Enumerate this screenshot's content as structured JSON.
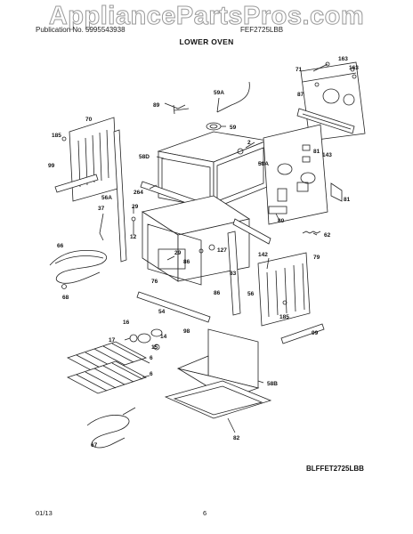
{
  "watermark": "AppliancePartsPros.com",
  "header": {
    "left_text": "Publication No. 5995543938",
    "right_text": "FEF2725LBB",
    "section_title": "LOWER OVEN"
  },
  "callouts": [
    "163",
    "163",
    "71",
    "87",
    "59A",
    "89",
    "70",
    "59",
    "2",
    "185",
    "58D",
    "58A",
    "81",
    "143",
    "99",
    "264",
    "56A",
    "37",
    "29",
    "12",
    "81",
    "80",
    "62",
    "66",
    "29",
    "127",
    "142",
    "79",
    "86",
    "76",
    "86",
    "83",
    "68",
    "56",
    "185",
    "54",
    "16",
    "14",
    "98",
    "99",
    "17",
    "15",
    "6",
    "6",
    "58B",
    "67",
    "82"
  ],
  "footer": {
    "diagram_code": "BLFFET2725LBB",
    "date": "01/13",
    "page": "6"
  }
}
